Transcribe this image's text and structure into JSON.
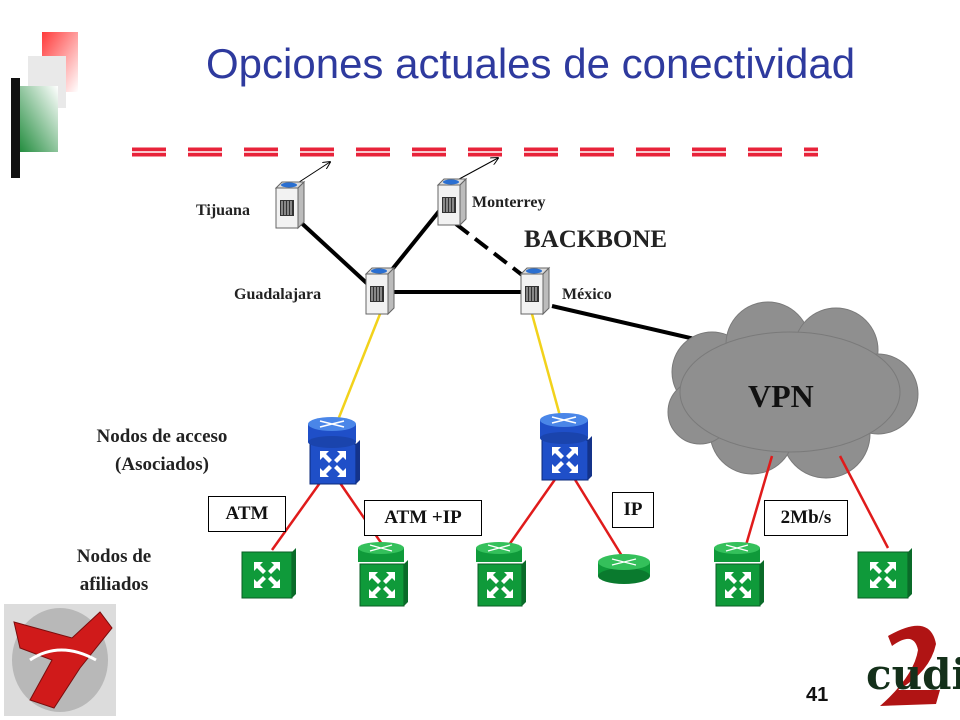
{
  "slide": {
    "title": "Opciones actuales de conectividad",
    "page_number": "41"
  },
  "backbone": {
    "label": "BACKBONE",
    "cities": {
      "tijuana": "Tijuana",
      "monterrey": "Monterrey",
      "guadalajara": "Guadalajara",
      "mexico": "México"
    }
  },
  "vpn": {
    "label": "VPN"
  },
  "left_labels": {
    "access_line1": "Nodos de acceso",
    "access_line2": "(Asociados)",
    "affiliates_line1": "Nodos de",
    "affiliates_line2": "afiliados"
  },
  "link_labels": {
    "atm": "ATM",
    "atm_ip": "ATM +IP",
    "ip": "IP",
    "rate": "2Mb/s"
  },
  "logo": {
    "text": "cudi",
    "numeral": "2"
  },
  "colors": {
    "title": "#2e3a9e",
    "backbone_dash": "#e8233a",
    "access_uplink": "#f2d21b",
    "tail_link": "#e01b1b",
    "access_switch": "#1f4fc8",
    "affiliate_switch": "#0f9a3a",
    "cloud": "#8f8f8f"
  }
}
